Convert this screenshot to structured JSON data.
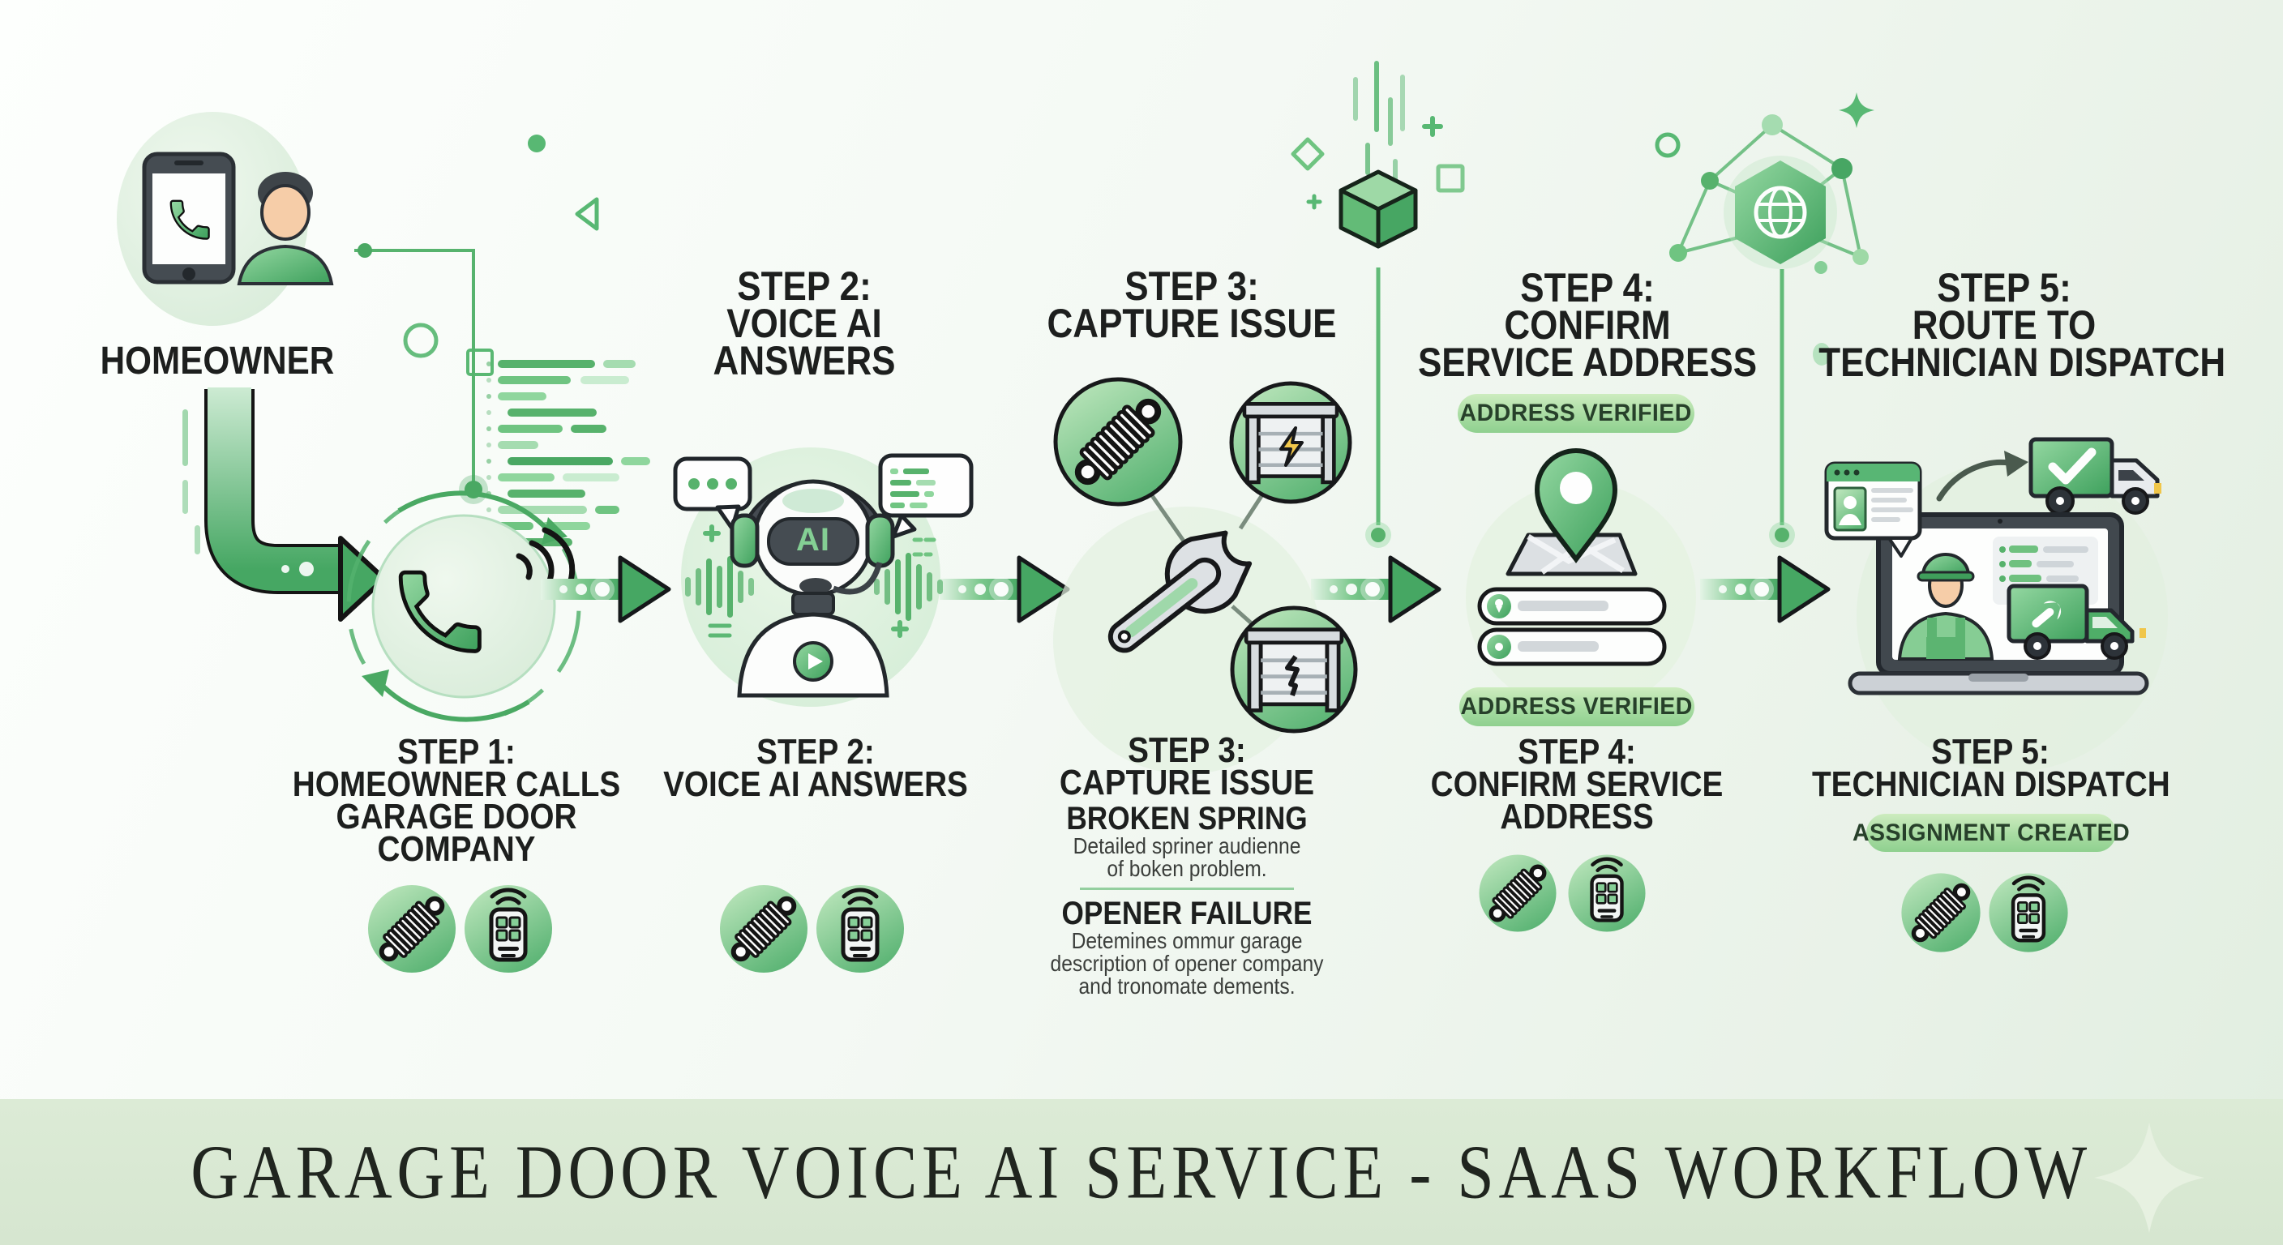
{
  "banner": {
    "title": "GARAGE DOOR VOICE AI SERVICE - SAAS WORKFLOW"
  },
  "homeowner": {
    "label": "HOMEOWNER"
  },
  "robot": {
    "ai": "AI"
  },
  "headings_top": {
    "step2": {
      "l1": "STEP 2:",
      "l2": "VOICE AI",
      "l3": "ANSWERS"
    },
    "step3": {
      "l1": "STEP 3:",
      "l2": "CAPTURE ISSUE"
    },
    "step4": {
      "l1": "STEP 4:",
      "l2": "CONFIRM",
      "l3": "SERVICE ADDRESS"
    },
    "step5": {
      "l1": "STEP 5:",
      "l2": "ROUTE TO",
      "l3": "TECHNICIAN DISPATCH"
    }
  },
  "badges": {
    "address_verified_top": "ADDRESS VERIFIED",
    "address_verified_bottom": "ADDRESS VERIFIED",
    "assignment_created": "ASSIGNMENT CREATED"
  },
  "labels_bottom": {
    "step1": {
      "l1": "STEP 1:",
      "l2": "HOMEOWNER CALLS",
      "l3": "GARAGE DOOR",
      "l4": "COMPANY"
    },
    "step2": {
      "l1": "STEP 2:",
      "l2": "VOICE AI ANSWERS"
    },
    "step3": {
      "l1": "STEP 3:",
      "l2": "CAPTURE ISSUE",
      "issue1_title": "BROKEN SPRING",
      "issue1_line1": "Detailed spriner audienne",
      "issue1_line2": "of boken problem.",
      "issue2_title": "OPENER FAILURE",
      "issue2_line1": "Detemines ommur garage",
      "issue2_line2": "description of opener company",
      "issue2_line3": "and tronomate dements."
    },
    "step4": {
      "l1": "STEP 4:",
      "l2": "CONFIRM SERVICE",
      "l3": "ADDRESS"
    },
    "step5": {
      "l1": "STEP 5:",
      "l2": "TECHNICIAN DISPATCH"
    }
  },
  "icons": {
    "spring-icon": "garage torsion spring",
    "remote-icon": "garage remote control",
    "phone-icon": "smartphone with call glyph",
    "handset-icon": "telephone handset",
    "robot-icon": "voice AI robot with headset",
    "garage-door-icon": "garage door",
    "lightning-icon": "power fault bolt",
    "crack-icon": "broken door crack",
    "wrench-icon": "repair wrench",
    "map-pin-icon": "location pin over map",
    "truck-check-icon": "dispatch truck with checkmark",
    "truck-wrench-icon": "service truck with wrench",
    "laptop-icon": "dispatch laptop",
    "globe-icon": "globe in hexagon",
    "cube-icon": "falling cube",
    "sparkle-icon": "four point sparkle"
  },
  "colors": {
    "accent_green": "#4CAF66",
    "badge_bg": "#A8DCA2",
    "badge_text": "#27402A",
    "banner_bg": "#D8E7D2",
    "heading_text": "#1D1F1E"
  }
}
